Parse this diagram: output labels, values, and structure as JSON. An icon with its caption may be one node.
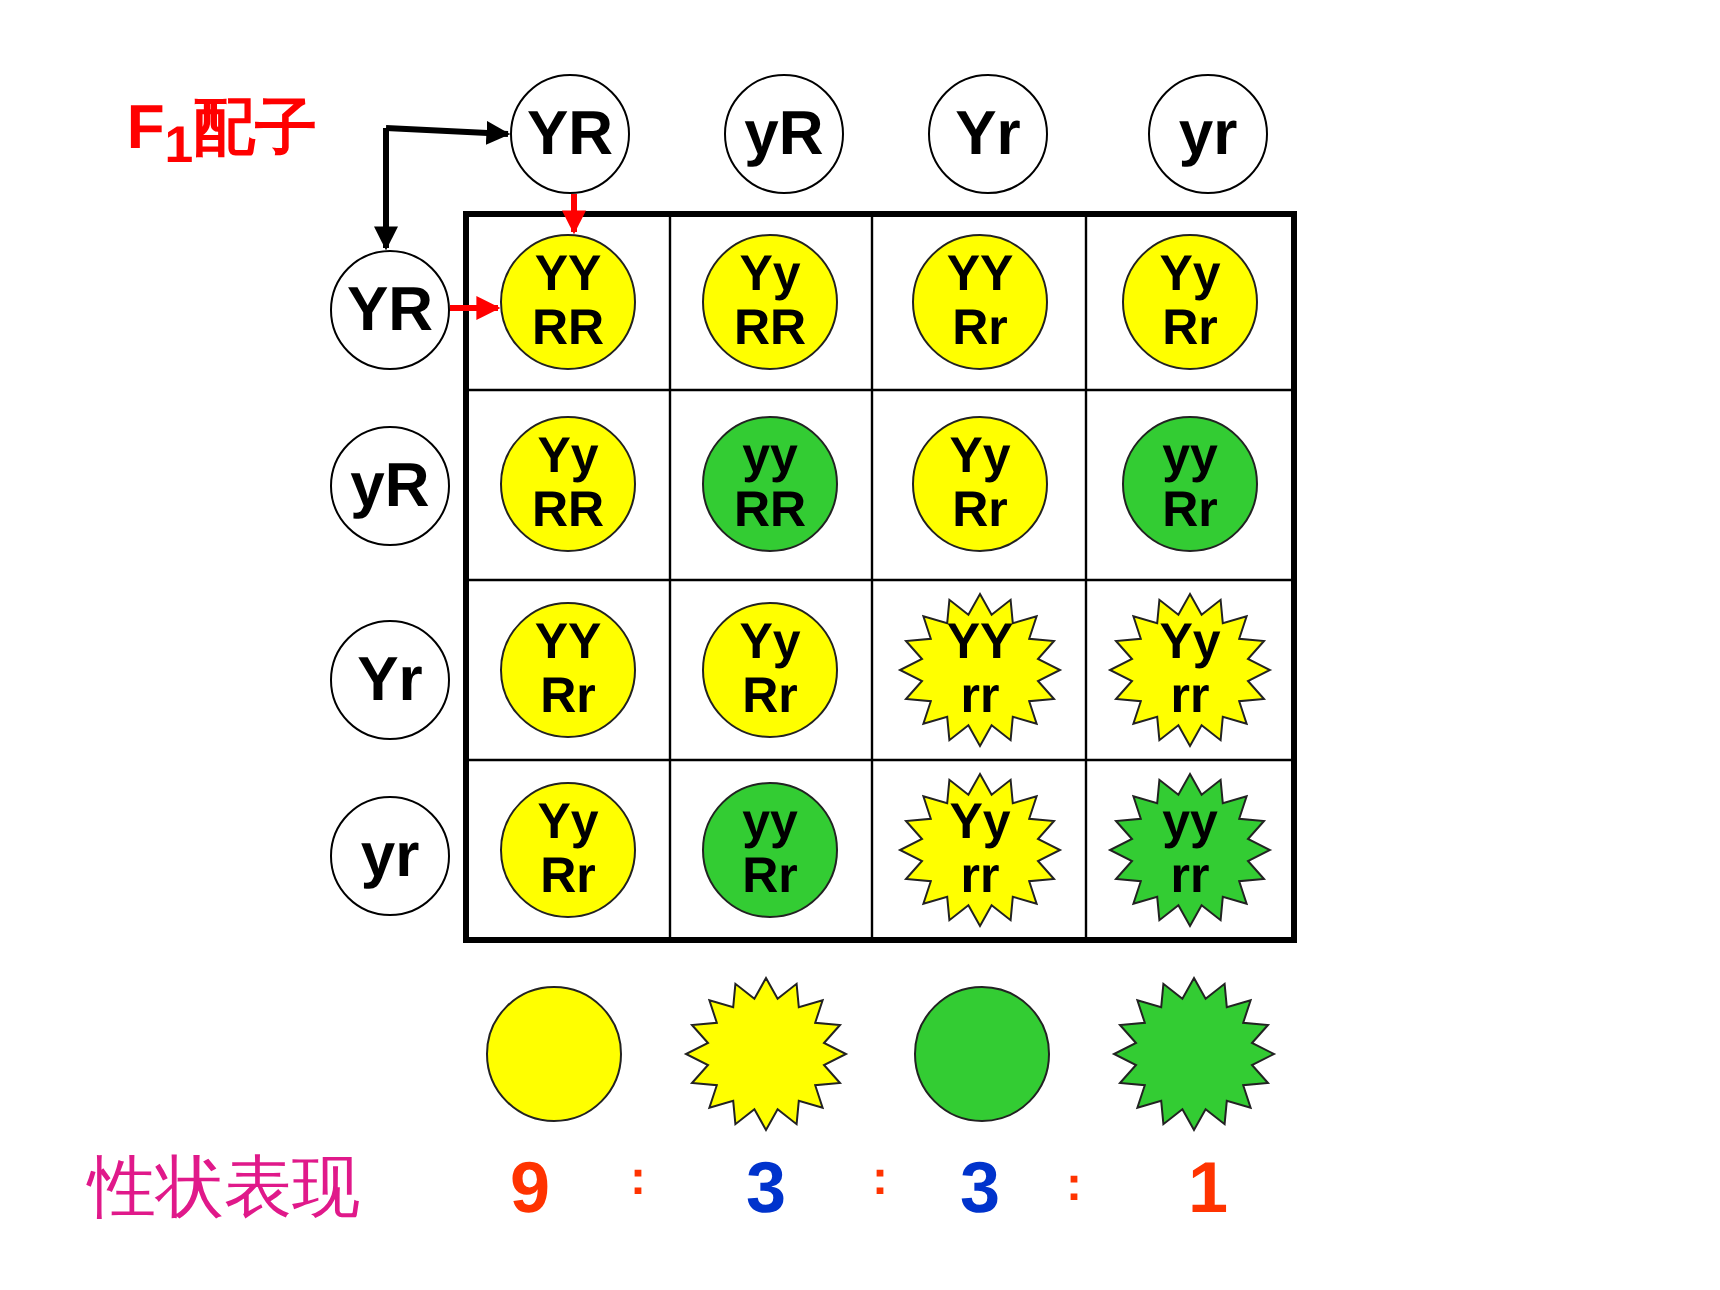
{
  "diagram": {
    "nodes": [
      {
        "text": [
          "F$_{1}$配子"
        ]
      },
      {
        "text": [
          "YR"
        ]
      },
      {
        "text": [
          "yR"
        ]
      },
      {
        "text": [
          "Yr"
        ]
      },
      {
        "text": [
          "yr"
        ]
      },
      {
        "text": [
          "YR"
        ]
      },
      {
        "text": [
          "yR"
        ]
      },
      {
        "text": [
          "Yr"
        ]
      },
      {
        "text": [
          "yr"
        ]
      },
      {
        "text": [
          "YY RR"
        ]
      },
      {
        "text": [
          "Yy RR"
        ]
      },
      {
        "text": [
          "YY Rr"
        ]
      },
      {
        "text": [
          "Yy Rr"
        ]
      },
      {
        "text": [
          "Yy RR"
        ]
      },
      {
        "text": [
          "yy RR"
        ]
      },
      {
        "text": [
          "Yy Rr"
        ]
      },
      {
        "text": [
          "yy Rr"
        ]
      },
      {
        "text": [
          "YY Rr"
        ]
      },
      {
        "text": [
          "Yy Rr"
        ]
      },
      {
        "text": [
          "YY rr"
        ]
      },
      {
        "text": [
          "Yy rr"
        ]
      },
      {
        "text": [
          "Yy Rr"
        ]
      },
      {
        "text": [
          "yy Rr"
        ]
      },
      {
        "text": [
          "Yy rr"
        ]
      },
      {
        "text": [
          "yy rr"
        ]
      },
      {
        "text": [],
        "shape": "circle"
      },
      {
        "text": [],
        "shape": "star"
      },
      {
        "text": [],
        "shape": "circle"
      },
      {
        "text": [],
        "shape": "star"
      }
    ],
    "edges": [
      {
        "from": 0,
        "to": 1,
        "arrow": "to"
      },
      {
        "from": 0,
        "to": 5,
        "arrow": "to"
      },
      {
        "from": 1,
        "to": 9,
        "arrow": "to",
        "color": "#ff0000"
      },
      {
        "from": 5,
        "to": 9,
        "arrow": "to",
        "color": "#ff0000"
      }
    ],
    "labels": [
      "性状表现",
      "9",
      ":",
      "3",
      ":",
      "3",
      ":",
      "1"
    ]
  }
}
